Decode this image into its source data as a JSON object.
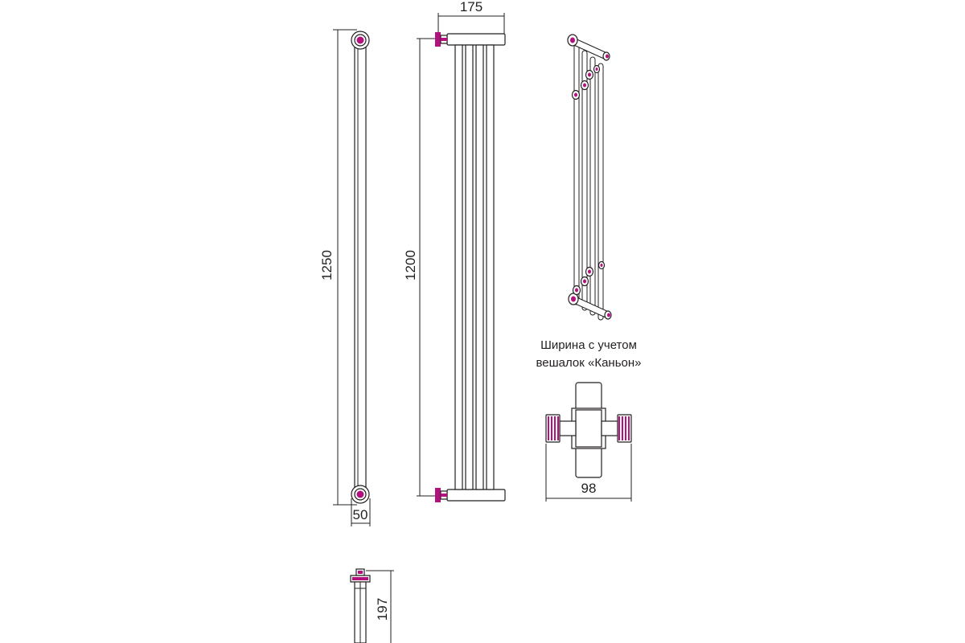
{
  "colors": {
    "accent": "#b3127e",
    "line": "#231f20",
    "background": "#ffffff"
  },
  "front_view": {
    "height_label": "1250",
    "width_label": "50"
  },
  "side_view": {
    "height_label": "1200",
    "width_label": "175"
  },
  "bottom_view": {
    "depth_label": "197"
  },
  "hanger_detail": {
    "note_line1": "Ширина с учетом",
    "note_line2": "вешалок «Каньон»",
    "width_label": "98"
  }
}
